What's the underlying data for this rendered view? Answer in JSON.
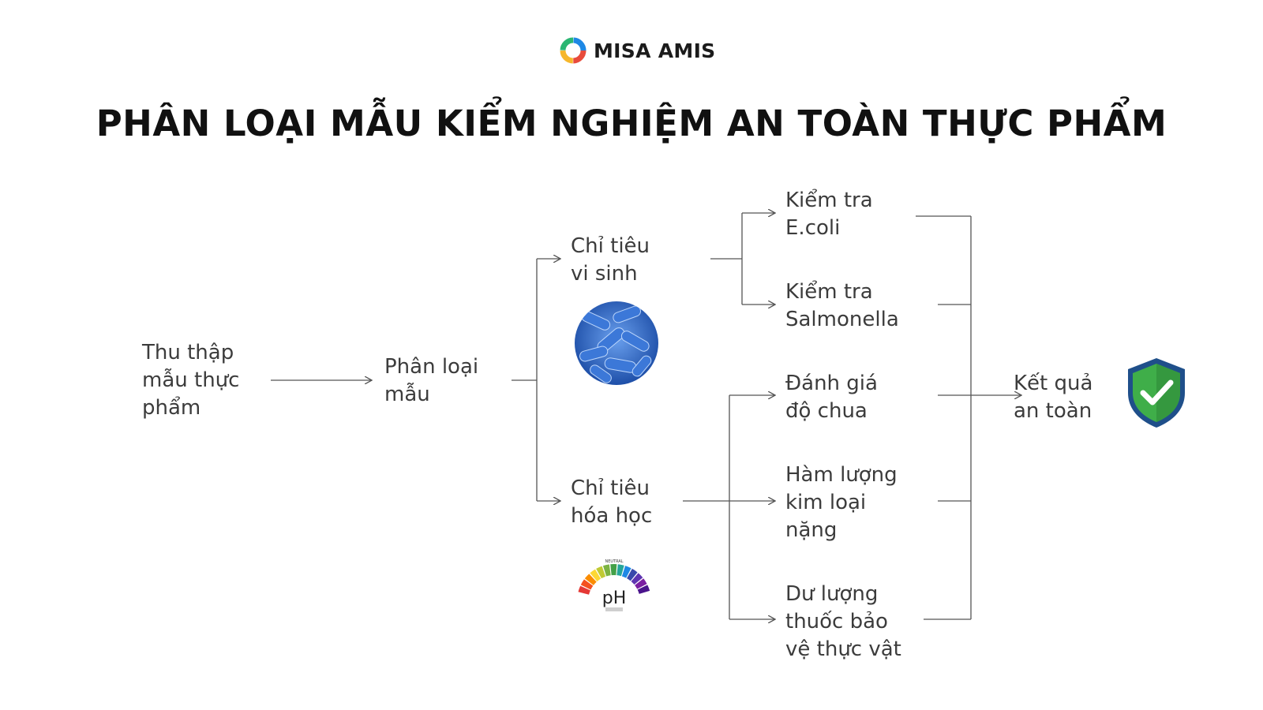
{
  "logo": {
    "brand": "MISA AMIS"
  },
  "title": "PHÂN LOẠI MẪU KIỂM NGHIỆM AN TOÀN THỰC PHẨM",
  "nodes": {
    "collect": [
      "Thu thập",
      "mẫu thực",
      "phẩm"
    ],
    "classify": [
      "Phân loại",
      "mẫu"
    ],
    "micro": [
      "Chỉ tiêu",
      "vi sinh"
    ],
    "chem": [
      "Chỉ tiêu",
      "hóa học"
    ],
    "ecoli": [
      "Kiểm tra",
      "E.coli"
    ],
    "salmonella": [
      "Kiểm tra",
      "Salmonella"
    ],
    "acidity": [
      "Đánh giá",
      "độ chua"
    ],
    "metal": [
      "Hàm lượng",
      "kim loại",
      "nặng"
    ],
    "pesticide": [
      "Dư lượng",
      "thuốc bảo",
      "vệ thực vật"
    ],
    "result": [
      "Kết quả",
      "an toàn"
    ]
  },
  "icons": {
    "logo": "misa-amis-logo-icon",
    "bacteria": "bacteria-icon",
    "ph": "ph-scale-icon",
    "shield": "shield-check-icon"
  },
  "ph_label": "pH",
  "ph_neutral": "NEUTRAL",
  "colors": {
    "text": "#3c3c3c",
    "title": "#111111",
    "line": "#555555",
    "shield_green": "#3fae49",
    "shield_blue": "#1f4f8a",
    "bacteria_blue": "#2f6bd3"
  }
}
